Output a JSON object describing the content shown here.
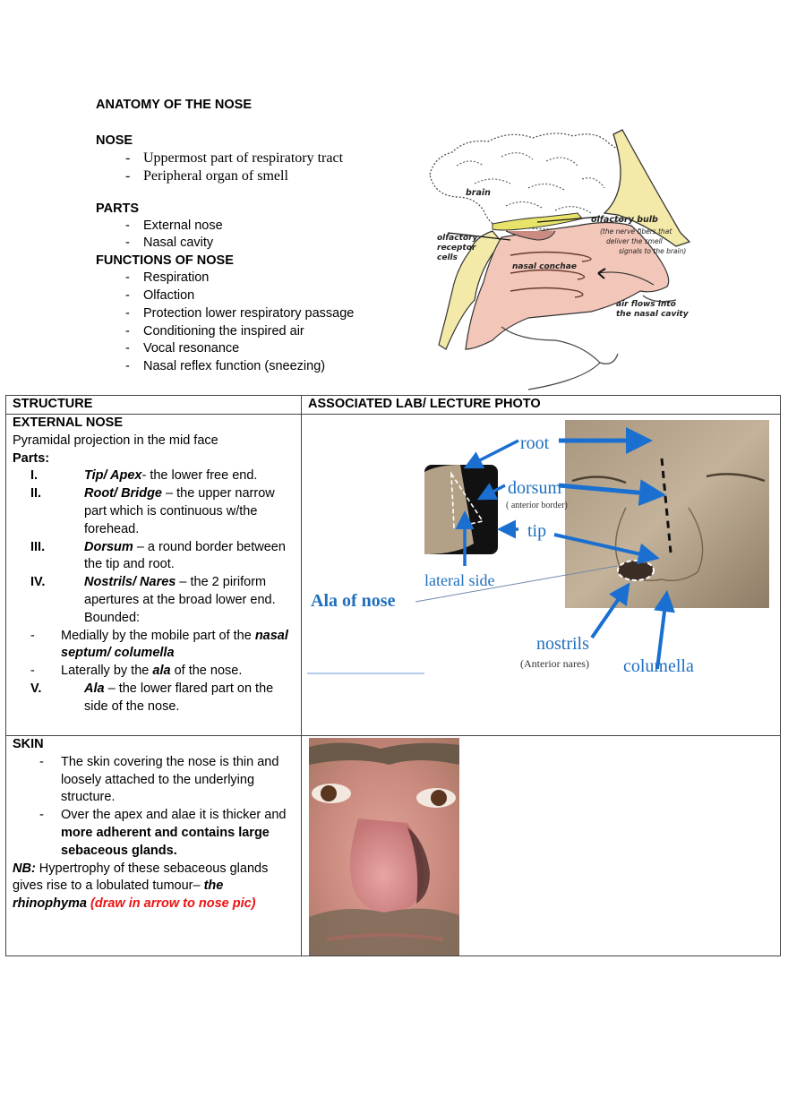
{
  "doc": {
    "title": "ANATOMY OF THE NOSE",
    "sections": [
      {
        "heading": "NOSE",
        "items": [
          "Uppermost part of respiratory tract",
          "Peripheral organ of smell"
        ]
      },
      {
        "heading": "PARTS",
        "items": [
          "External nose",
          "Nasal cavity"
        ]
      },
      {
        "heading": "FUNCTIONS OF NOSE",
        "items": [
          "Respiration",
          "Olfaction",
          "Protection lower respiratory passage",
          "Conditioning the inspired air",
          "Vocal resonance",
          "Nasal reflex function (sneezing)"
        ]
      }
    ],
    "dash": "-"
  },
  "diagram": {
    "labels": {
      "brain": "brain",
      "olfactory_bulb": "olfactory bulb",
      "bulb_note_1": "(the nerve fibers that",
      "bulb_note_2": "deliver the smell",
      "bulb_note_3": "signals to the brain)",
      "receptor_1": "olfactory",
      "receptor_2": "receptor",
      "receptor_3": "cells",
      "conchae": "nasal conchae",
      "air_1": "air flows into",
      "air_2": "the nasal cavity"
    }
  },
  "table": {
    "headers": [
      "STRUCTURE",
      "ASSOCIATED LAB/ LECTURE PHOTO"
    ],
    "external": {
      "heading": "EXTERNAL NOSE",
      "desc": "Pyramidal projection in the mid face",
      "parts_label": "Parts:",
      "parts": [
        {
          "num": "I.",
          "term": "Tip/ Apex",
          "text": "- the lower free end."
        },
        {
          "num": "II.",
          "term": "Root/ Bridge",
          "text": " – the upper narrow part which is continuous w/the forehead."
        },
        {
          "num": "III.",
          "term": "Dorsum",
          "text": " – a round border between the tip and root."
        },
        {
          "num": "IV.",
          "term": "Nostrils/ Nares",
          "text": " – the 2 piriform apertures at the broad lower end. Bounded:"
        }
      ],
      "bounded": [
        {
          "pre": "Medially by the mobile part of the ",
          "term": "nasal septum/ columella",
          "post": ""
        },
        {
          "pre": "Laterally by the ",
          "term": "ala",
          "post": " of the nose."
        }
      ],
      "part5": {
        "num": "V.",
        "term": "Ala",
        "text": " – the lower flared part on the side of the nose."
      },
      "photo_labels": {
        "root": "root",
        "dorsum": "dorsum",
        "dorsum_note": "( anterior border)",
        "tip": "tip",
        "lateral": "lateral side",
        "ala": "Ala of nose",
        "nostrils": "nostrils",
        "nostrils_note": "(Anterior nares)",
        "columella": "columella"
      }
    },
    "skin": {
      "heading": "SKIN",
      "bullet1": "The skin covering the nose is thin and loosely attached to the underlying structure.",
      "bullet2_pre": "Over the apex and alae it is thicker and ",
      "bullet2_bold": "more adherent and contains large sebaceous glands.",
      "nb_label": "NB:",
      "nb_text": " Hypertrophy of these sebaceous glands gives rise to a lobulated tumour– ",
      "nb_term": "the rhinophyma",
      "nb_note": " (draw in arrow to nose pic)"
    }
  },
  "colors": {
    "label_blue": "#1f6fbf",
    "arrow_blue": "#1a6fd0",
    "note_red": "#ee1111",
    "tissue_pink": "#f2c6b8",
    "bone_yellow": "#f3e9a8"
  }
}
